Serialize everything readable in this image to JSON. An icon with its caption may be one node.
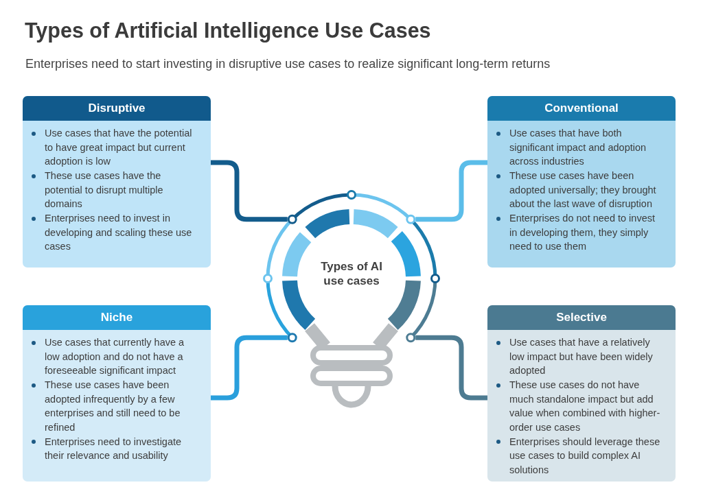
{
  "diagram": {
    "title": "Types of Artificial Intelligence Use Cases",
    "nodes": [
      {
        "text": [
          "Disruptive",
          "Use cases that have the potential to have great impact but current adoption is low",
          "These use cases have the potential to disrupt multiple domains",
          "Enterprises need to invest in developing and scaling these use cases"
        ]
      },
      {
        "text": [
          "Conventional",
          "Use cases that have both significant impact and adoption across industries",
          "These use cases have been adopted universally; they brought about the last wave of disruption",
          "Enterprises do not need to invest in developing them, they simply need to use them"
        ]
      },
      {
        "text": [
          "Types of AI use cases"
        ]
      },
      {
        "text": [
          "Niche",
          "Use cases that currently have a low adoption and do not have a foreseeable significant impact",
          "These use cases have been adopted infrequently by a few enterprises and still need to be refined",
          "Enterprises need to investigate their relevance and usability"
        ]
      },
      {
        "text": [
          "Selective",
          "Use cases that have a relatively low impact but have been widely adopted",
          "These use cases do not have much standalone impact but add value when combined with higher-order use cases",
          "Enterprises should leverage these use cases to build complex AI solutions"
        ]
      }
    ],
    "edges": [
      {
        "from": 0,
        "to": 2,
        "arrow": "none",
        "color": "#135c8c"
      },
      {
        "from": 1,
        "to": 2,
        "arrow": "none",
        "color": "#5bbde9"
      },
      {
        "from": 3,
        "to": 2,
        "arrow": "none",
        "color": "#2a9fdc"
      },
      {
        "from": 4,
        "to": 2,
        "arrow": "none",
        "color": "#4d7b91"
      }
    ],
    "labels": [
      "Enterprises need to start investing in disruptive use cases to realize significant long-term returns"
    ]
  }
}
